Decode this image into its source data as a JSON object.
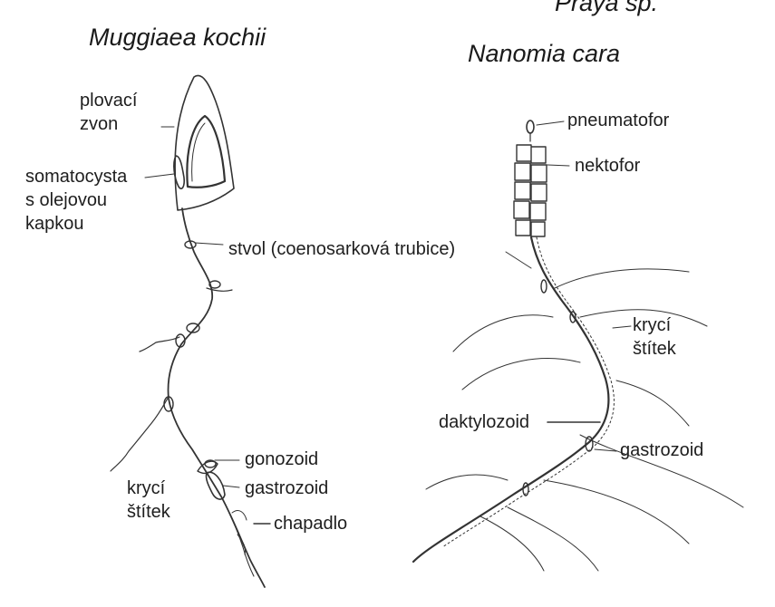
{
  "titles": {
    "cut_top": "Praya sp.",
    "left_species": "Muggiaea kochii",
    "right_species": "Nanomia cara"
  },
  "left_labels": {
    "bell": "plovací\nzvon",
    "somatocyst": "somatocysta\ns olejovou\nkapkou",
    "stem": "stvol (coenosarková trubice)",
    "gonozoid": "gonozoid",
    "gastrozoid": "gastrozoid",
    "bract": "krycí\nštítek",
    "tentacle": "chapadlo"
  },
  "right_labels": {
    "pneumatophore": "pneumatofor",
    "nectophore": "nektofor",
    "bract": "krycí\nštítek",
    "dactylozoid": "daktylozoid",
    "gastrozoid": "gastrozoid"
  }
}
